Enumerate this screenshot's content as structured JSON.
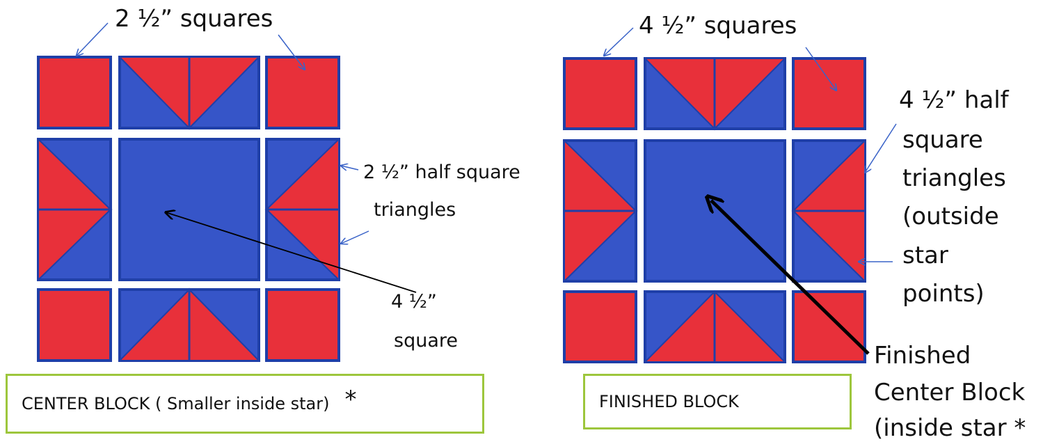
{
  "colors": {
    "red": "#e8303a",
    "blue": "#3655c8",
    "outline": "#1f3fa8",
    "caption_border": "#9dc63c"
  },
  "left": {
    "label_squares": "2 ½” squares",
    "label_hst_line1": "2 ½” half square",
    "label_hst_line2": "triangles",
    "label_center_line1": "4 ½”",
    "label_center_line2": "square",
    "caption": "CENTER BLOCK ( Smaller inside star)",
    "caption_mark": "*"
  },
  "right": {
    "label_squares": "4 ½” squares",
    "label_hst_lines": [
      "4 ½” half",
      "square",
      "triangles",
      "(outside",
      "star",
      "points)"
    ],
    "label_center_lines": [
      "Finished",
      "Center Block",
      "(inside star *"
    ],
    "caption": "FINISHED BLOCK"
  }
}
